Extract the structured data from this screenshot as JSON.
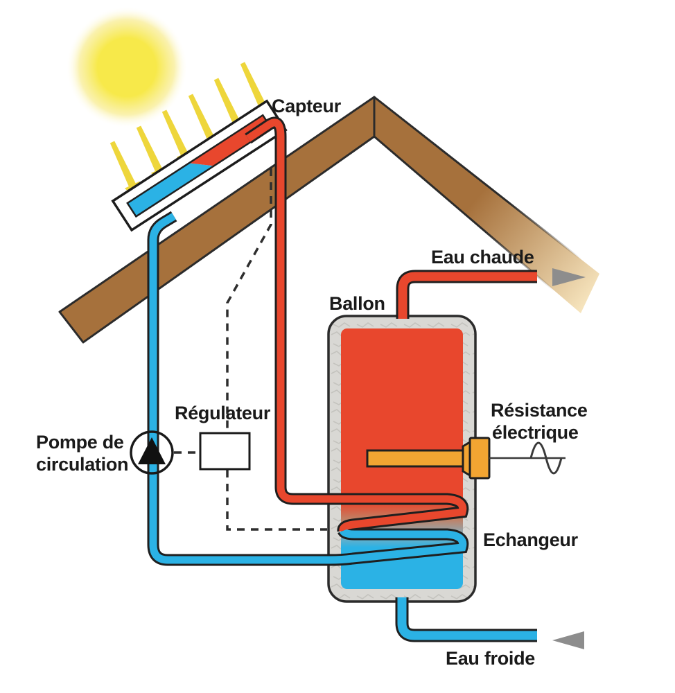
{
  "labels": {
    "capteur": "Capteur",
    "ballon": "Ballon",
    "eau_chaude": "Eau chaude",
    "eau_froide": "Eau froide",
    "pompe_line1": "Pompe de",
    "pompe_line2": "circulation",
    "regulateur": "Régulateur",
    "resistance_line1": "Résistance",
    "resistance_line2": "électrique",
    "echangeur": "Echangeur"
  },
  "colors": {
    "hot": "#e8472d",
    "cold": "#2bb2e5",
    "roof_brown": "#a6713c",
    "roof_cream": "#f6e4bd",
    "sun_core": "#f7e94a",
    "ray_yellow": "#eed63b",
    "insulation": "#d9d8d4",
    "insulation_texture": "#c4c3be",
    "element_orange": "#f2a532",
    "outline": "#1f1f1f",
    "flow_arrow_gray": "#8d8d8d",
    "transition_warm": "#c27f63",
    "transition_cool": "#8aacb8",
    "text": "#1a1a1a"
  }
}
